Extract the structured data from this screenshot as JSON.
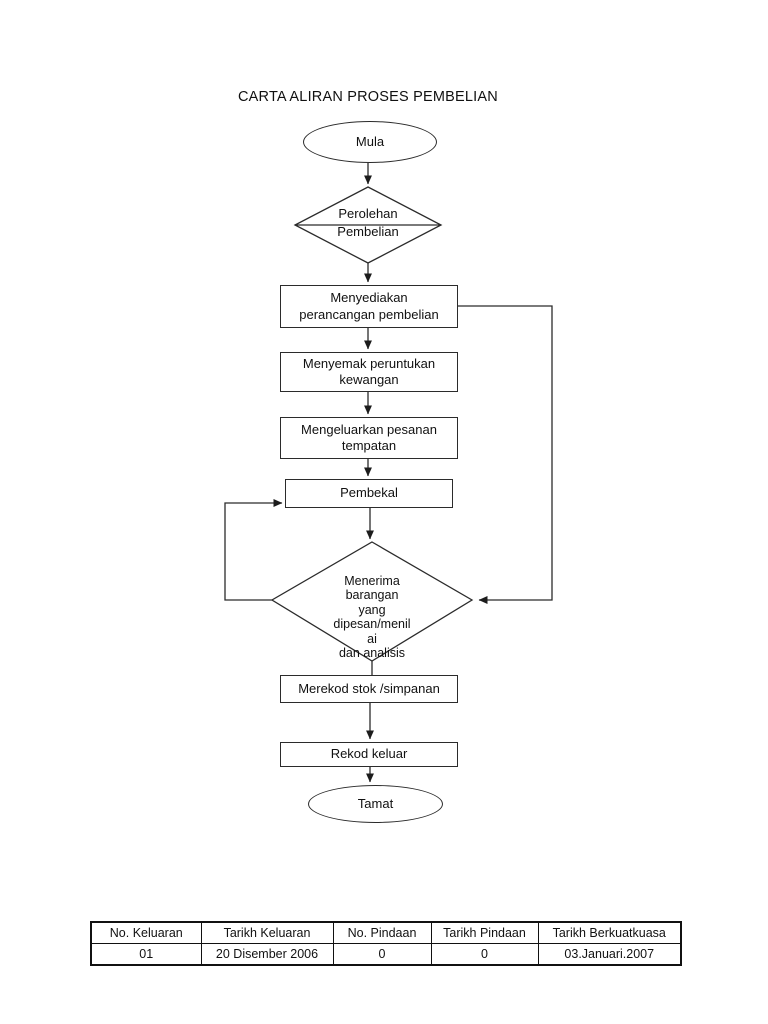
{
  "document": {
    "title": "CARTA ALIRAN PROSES PEMBELIAN"
  },
  "flowchart": {
    "start_label": "Mula",
    "decision_purchase_top": "Perolehan",
    "decision_purchase_bottom": "Pembelian",
    "step_prepare_plan": "Menyediakan\nperancangan pembelian",
    "step_check_finance": "Menyemak peruntukan\nkewangan",
    "step_issue_order": "Mengeluarkan pesanan\ntempatan",
    "step_supplier": "Pembekal",
    "decision_receive_goods": "Menerima\nbarangan\nyang\ndipesan/menil\nai\ndan analisis",
    "step_record_stock": "Merekod stok /simpanan",
    "step_record_out": "Rekod keluar",
    "end_label": "Tamat"
  },
  "revision_table": {
    "headers": [
      "No. Keluaran",
      "Tarikh Keluaran",
      "No. Pindaan",
      "Tarikh Pindaan",
      "Tarikh Berkuatkuasa"
    ],
    "rows": [
      [
        "01",
        "20 Disember 2006",
        "0",
        "0",
        "03.Januari.2007"
      ]
    ]
  },
  "colors": {
    "line": "#2b2b2b",
    "text": "#111111",
    "page_background": "#ffffff"
  }
}
